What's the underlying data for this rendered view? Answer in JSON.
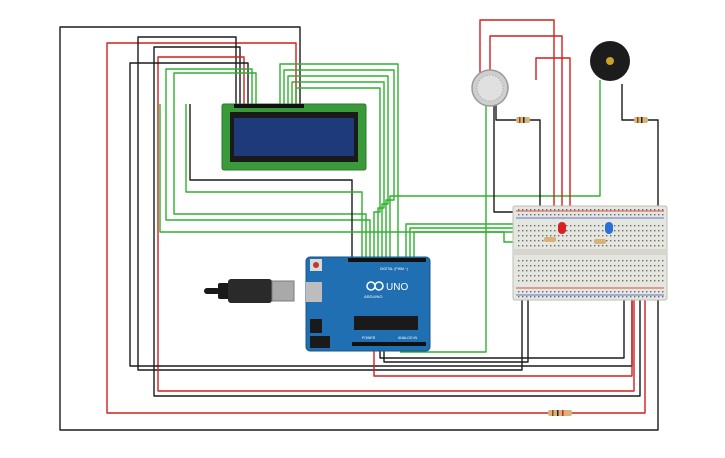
{
  "arduino": {
    "brand": "ARDUINO",
    "model": "UNO",
    "digital_label": "DIGITAL (PWM ~)",
    "analog_label": "ANALOG IN",
    "power_label": "POWER"
  },
  "colors": {
    "wire_red": "#d11f1f",
    "wire_black": "#1a1a1a",
    "wire_green": "#2fb02f",
    "arduino_board": "#1f6fb2",
    "lcd_pcb": "#3a9a3a",
    "lcd_screen": "#1f3a7a",
    "breadboard": "#e6e6e0",
    "led_red": "#d82020",
    "led_blue": "#2a6fd6"
  },
  "components": {
    "lcd": "lcd-16x2-icon",
    "gas_sensor": "gas-sensor-icon",
    "buzzer": "piezo-buzzer-icon",
    "usb": "usb-cable-icon",
    "resistor": "resistor-icon"
  }
}
